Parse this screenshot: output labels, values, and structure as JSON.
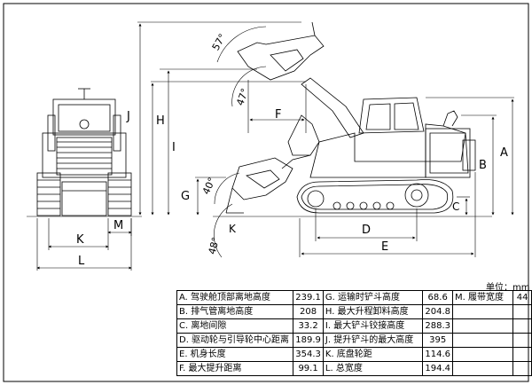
{
  "diagram": {
    "dim_labels": {
      "A": "A",
      "B": "B",
      "C": "C",
      "D": "D",
      "E": "E",
      "F": "F",
      "G": "G",
      "H": "H",
      "I": "I",
      "J": "J",
      "K": "K",
      "L": "L",
      "M": "M"
    },
    "angles": {
      "dump_top": "57°",
      "tilt_top": "47°",
      "dump_low": "40°",
      "tilt_low": "48°"
    }
  },
  "unit_label": "单位：mm",
  "spec_table": {
    "rows": [
      {
        "l1": "A. 驾驶舱顶部离地高度",
        "v1": "239.1",
        "l2": "G. 运输时铲斗高度",
        "v2": "68.6",
        "l3": "M. 履带宽度",
        "v3": "44"
      },
      {
        "l1": "B. 排气管离地高度",
        "v1": "208",
        "l2": "H. 最大升程卸料高度",
        "v2": "204.8",
        "l3": "",
        "v3": ""
      },
      {
        "l1": "C. 离地间隙",
        "v1": "33.2",
        "l2": "I. 最大铲斗铰接高度",
        "v2": "288.3",
        "l3": "",
        "v3": ""
      },
      {
        "l1": "D. 驱动轮与引导轮中心距离",
        "v1": "189.9",
        "l2": "J. 提升铲斗的最大高度",
        "v2": "395",
        "l3": "",
        "v3": ""
      },
      {
        "l1": "E. 机身长度",
        "v1": "354.3",
        "l2": "K. 底盘轮距",
        "v2": "114.6",
        "l3": "",
        "v3": ""
      },
      {
        "l1": "F. 最大提升距离",
        "v1": "99.1",
        "l2": "L. 总宽度",
        "v2": "194.4",
        "l3": "",
        "v3": ""
      }
    ]
  }
}
